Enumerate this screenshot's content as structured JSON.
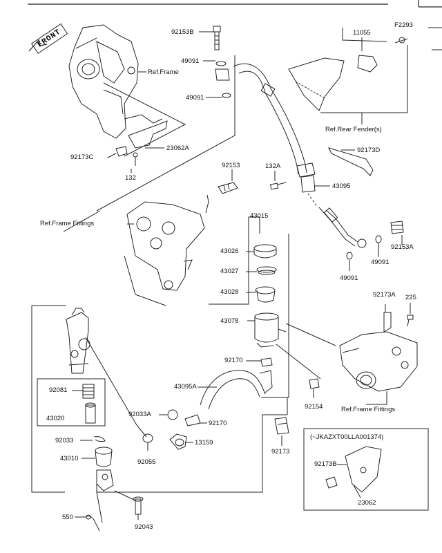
{
  "diagram_code": "F2293",
  "front_label": "FRONT",
  "parts": {
    "p92153B": "92153B",
    "p49091_top": "49091",
    "p49091_mid": "49091",
    "p11055": "11055",
    "p92173C": "92173C",
    "p23062A": "23062A",
    "p132": "132",
    "p92153": "92153",
    "p132A": "132A",
    "p92173D": "92173D",
    "p43095": "43095",
    "p43015": "43015",
    "p43026": "43026",
    "p43027": "43027",
    "p43028": "43028",
    "p43078": "43078",
    "p92170_a": "92170",
    "p43095A": "43095A",
    "p92081": "92081",
    "p43020": "43020",
    "p92033A": "92033A",
    "p92170_b": "92170",
    "p13159": "13159",
    "p92033": "92033",
    "p92055": "92055",
    "p43010": "43010",
    "p550": "550",
    "p92043": "92043",
    "p92154": "92154",
    "p92173": "92173",
    "p92173A": "92173A",
    "p225": "225",
    "p92153A": "92153A",
    "p49091_right": "49091",
    "p49091_low": "49091",
    "p92173B": "92173B",
    "p23062": "23062"
  },
  "refs": {
    "frame": "Ref.Frame",
    "rear_fender": "Ref.Rear Fender(s)",
    "frame_fittings_left": "Ref.Frame Fittings",
    "frame_fittings_right": "Ref.Frame Fittings"
  },
  "inset": {
    "serial_note": "(~JKAZXT00LLA001374)"
  }
}
